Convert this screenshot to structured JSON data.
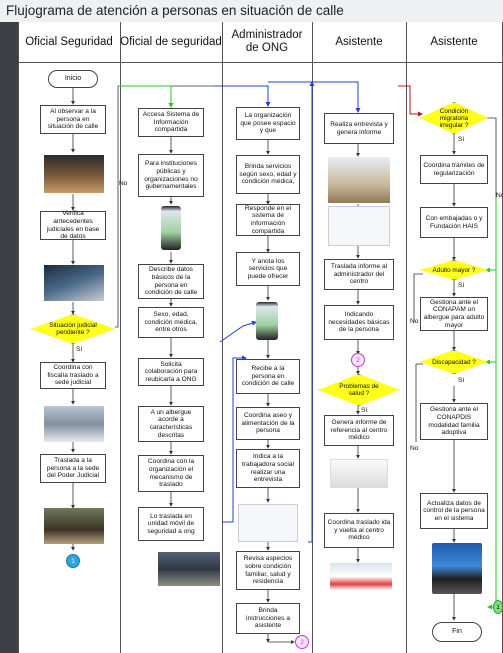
{
  "title": "Flujograma de atención a personas en situación de calle",
  "lanes": [
    "Oficial Seguridad",
    "Oficial de seguridad",
    "Administrador de ONG",
    "Asistente",
    "Asistente"
  ],
  "lane1": {
    "start": "Inicio",
    "step1": "Al observar a la persona en situación de calle",
    "step2": "Verifica antecedentes judiciales en base de datos",
    "decision": "Situación judicial pendiente ?",
    "yes": "Sí",
    "no": "No",
    "step3": "Coordina con fiscalía traslado a sede judicial",
    "step4": "Traslada a la persona a la sede del Poder Judicial",
    "connector": "1"
  },
  "lane2": {
    "step1": "Accesa Sistema de Información compartida",
    "step2": "Para instituciones públicas y organizaciones no gubernamentales",
    "step3": "Describe datos básicos de la persona en condición de calle",
    "step4": "Sexo, edad, condición médica, entre otros",
    "step5": "Solicita colaboración para reubicarla a ONG",
    "step6": "A un albergue acorde a características descritas",
    "step7": "Coordina con la organización el mecanismo de traslado",
    "step8": "Lo traslada en unidad móvil de seguridad a ong"
  },
  "lane3": {
    "step1": "La organización que posee espacio y que",
    "step2": "Brinda servicios según sexo, edad y condición médica,",
    "step3": "Responde en el sistema de información compartida",
    "step4": "Y anota los servicios que puede ofrecer",
    "step5": "Recibe a la persona en condición de calle",
    "step6": "Coordina aseo y alimentación de la persona",
    "step7": "Indica a la trabajadora social realizar una entrevista",
    "step8": "Revisa aspectos sobre condición familiar, salud y residencia",
    "step9": "Brinda instrucciones a asistente",
    "connector": "2"
  },
  "lane4": {
    "step1": "Realiza entrevista y genera informe",
    "step2": "Traslada informe al administrador del centro",
    "step3": "Indicando necesidades básicas de la persona",
    "connector": "2",
    "decision": "Problemas de salud ?",
    "yes": "Sí",
    "step4": "Genera informe de referencia al centro médico",
    "step5": "Coordina traslado ida y vuelta al centro médico"
  },
  "lane5": {
    "decision1": "Condición migratoria irregular ?",
    "step1": "Coordina trámites de regularización",
    "step2": "Con embajadas o y Fundación HAIS",
    "decision2": "Adulto mayor ?",
    "step3": "Gestiona ante el CONAPAM un albergue para adulto mayor",
    "decision3": "Discapacidad ?",
    "step4": "Gestiona ante el CONAPDIS modalidad familia adoptiva",
    "step5": "Actualiza datos de control de la persona en el sistema",
    "end": "Fin",
    "yes": "Sí",
    "no": "No",
    "connector": "1"
  },
  "colors": {
    "green_line": "#22cc22",
    "blue_line": "#2244cc",
    "red_line": "#cc1111",
    "diamond": "#ffff1a",
    "connector_blue": "#29a8e0",
    "connector_purple": "#c23bd9"
  }
}
